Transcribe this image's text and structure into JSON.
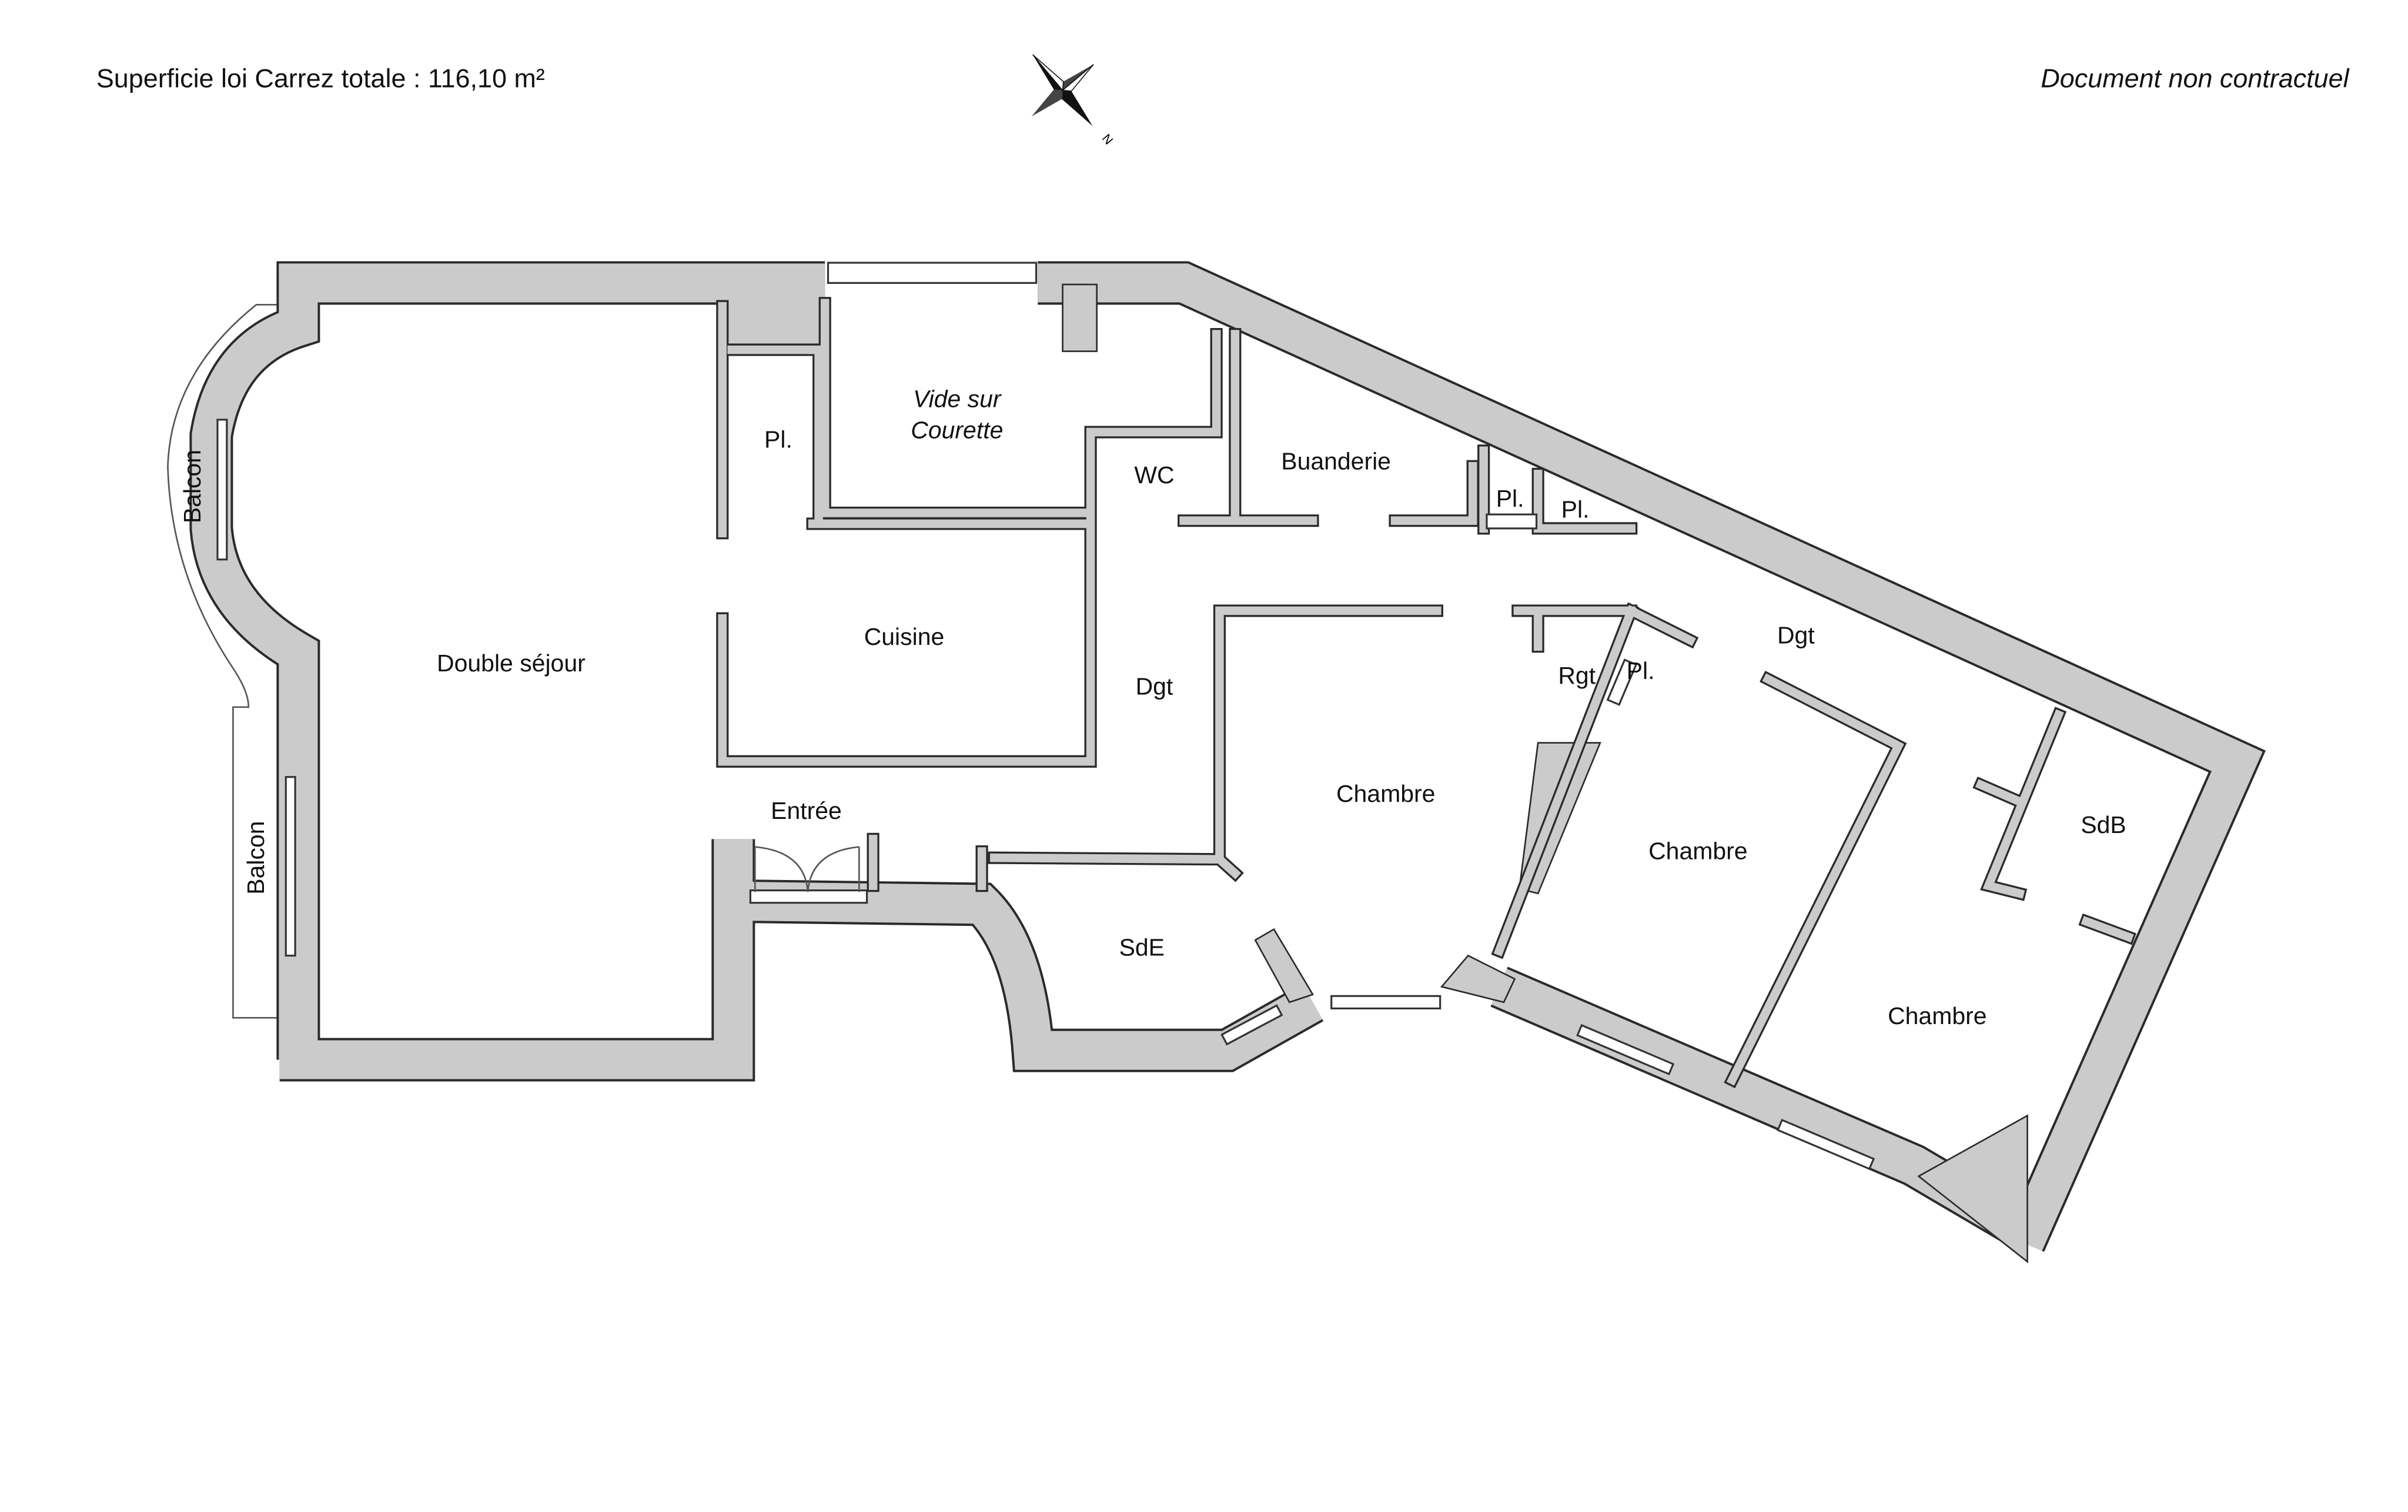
{
  "header": {
    "area_label": "Superficie loi Carrez totale :  116,10 m²",
    "disclaimer": "Document non contractuel",
    "compass_letter": "N"
  },
  "rooms": {
    "double_sejour": "Double séjour",
    "placard_1": "Pl.",
    "vide_line1": "Vide sur",
    "vide_line2": "Courette",
    "wc": "WC",
    "buanderie": "Buanderie",
    "placard_2": "Pl.",
    "placard_3": "Pl.",
    "cuisine": "Cuisine",
    "dgt_1": "Dgt",
    "dgt_2": "Dgt",
    "rgt": "Rgt",
    "placard_4": "Pl.",
    "entree": "Entrée",
    "chambre_1": "Chambre",
    "chambre_2": "Chambre",
    "chambre_3": "Chambre",
    "sde": "SdE",
    "sdb": "SdB",
    "balcon_1": "Balcon",
    "balcon_2": "Balcon"
  },
  "colors": {
    "wall": "#cbcbcb",
    "outline": "#2a2a2a"
  }
}
